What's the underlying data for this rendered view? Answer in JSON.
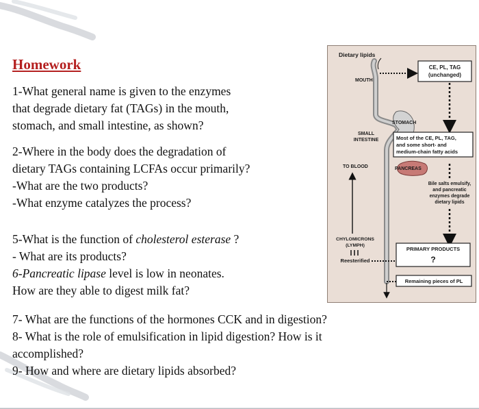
{
  "title": "Homework",
  "questions": {
    "q1": [
      "1-What general name is given to the enzymes",
      "that degrade dietary fat (TAGs) in the mouth,",
      "stomach, and small intestine, as shown?"
    ],
    "q2": [
      "2-Where in the body does the degradation of",
      "dietary TAGs containing LCFAs occur primarily?",
      "-What are the two products?",
      "-What enzyme catalyzes the process?"
    ],
    "q5_a": "5-What is the function of ",
    "q5_em": "cholesterol esterase",
    "q5_b": " ?",
    "q5_sub": "- What are its products?",
    "q6_em": "6-Pancreatic lipase",
    "q6_a": " level is low in neonates.",
    "q6_sub": "How are they able to digest milk fat?",
    "q7": "7- What are the functions of the hormones CCK and in digestion?",
    "q8": [
      "8- What is the role of emulsification in lipid digestion? How is it",
      "accomplished?"
    ],
    "q9": "9- How and where are dietary lipids absorbed?"
  },
  "figure": {
    "dietary_lipids": "Dietary lipids",
    "mouth": "MOUTH",
    "box_unchanged": [
      "CE, PL, TAG",
      "(unchanged)"
    ],
    "stomach": "STOMACH",
    "small_intestine": [
      "SMALL",
      "INTESTINE"
    ],
    "box_most": [
      "Most of the CE, PL, TAG,",
      "and some short- and",
      "medium-chain fatty acids"
    ],
    "to_blood": "TO BLOOD",
    "pancreas": "PANCREAS",
    "bile_note": [
      "Bile salts emulsify,",
      "and pancreatic",
      "enzymes degrade",
      "dietary lipids"
    ],
    "chylomicrons": [
      "CHYLOMICRONS",
      "(LYMPH)"
    ],
    "reesterified": "Reesterified",
    "box_primary": "PRIMARY PRODUCTS",
    "question_mark": "?",
    "box_remaining": "Remaining pieces of PL"
  }
}
